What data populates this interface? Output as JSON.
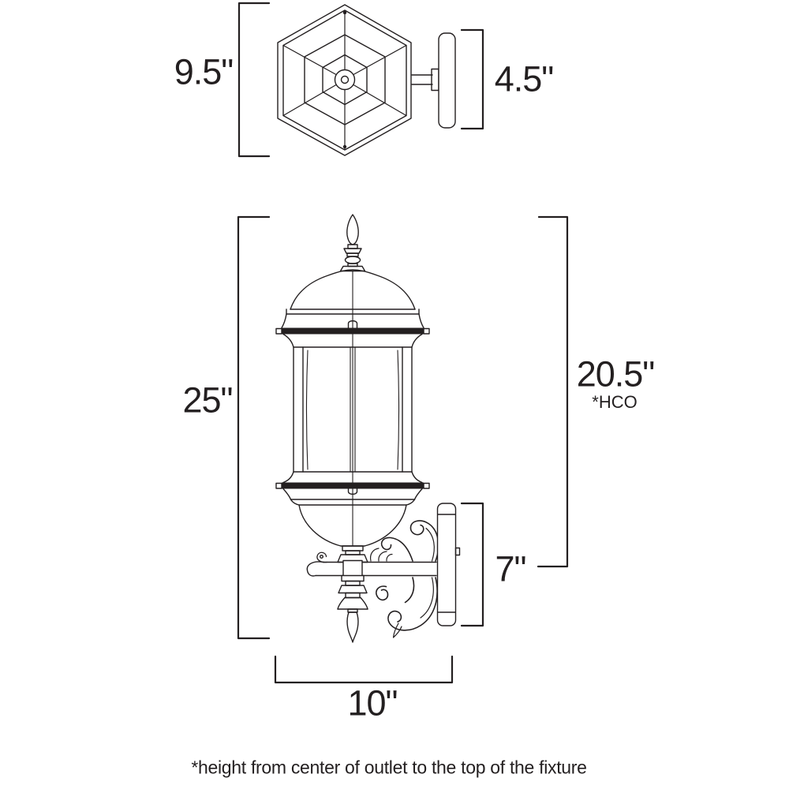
{
  "page": {
    "background": "#ffffff",
    "line_color": "#231f20"
  },
  "views": {
    "top_view": {
      "name": "lantern top view",
      "dimension_width": "9.5\"",
      "dimension_depth": "4.5\""
    },
    "side_view": {
      "name": "lantern side view",
      "dimension_overall_height": "25\"",
      "dimension_hco": "20.5\"",
      "dimension_hco_note": "*HCO",
      "dimension_backplate_height": "7\"",
      "dimension_width": "10\""
    }
  },
  "footnote": "*height from center of outlet to the top of the fixture"
}
